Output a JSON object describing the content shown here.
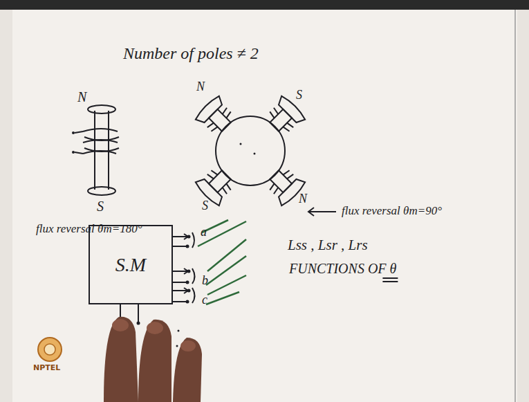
{
  "diagram": {
    "title": "Number of poles ≠ 2",
    "nodes": [
      {
        "text": [
          "S.M"
        ]
      }
    ],
    "edges": [],
    "labels": [
      "N",
      "S",
      "flux reversal θm=180°",
      "N",
      "S",
      "S",
      "N",
      "flux reversal θm=90°",
      "a",
      "b",
      "c",
      "Lss , Lsr , Lrs",
      "FUNCTIONS OF θ",
      "NPTEL"
    ]
  }
}
